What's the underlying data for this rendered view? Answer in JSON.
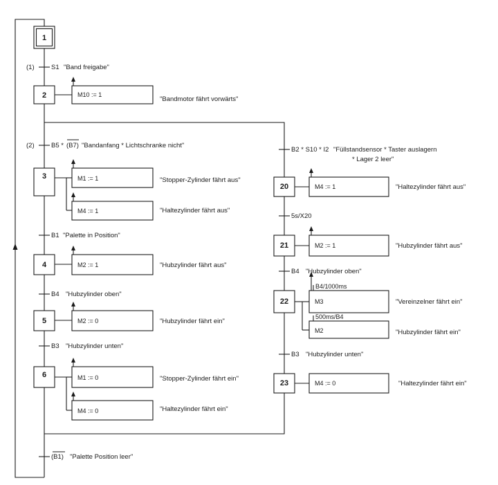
{
  "steps": [
    {
      "id": "s1",
      "label": "1"
    },
    {
      "id": "s2",
      "label": "2"
    },
    {
      "id": "s3",
      "label": "3"
    },
    {
      "id": "s4",
      "label": "4"
    },
    {
      "id": "s5",
      "label": "5"
    },
    {
      "id": "s6",
      "label": "6"
    },
    {
      "id": "s20",
      "label": "20"
    },
    {
      "id": "s21",
      "label": "21"
    },
    {
      "id": "s22",
      "label": "22"
    },
    {
      "id": "s23",
      "label": "23"
    }
  ],
  "actions": [
    {
      "id": "a2",
      "step": "2",
      "text": "M10 := 1",
      "comment": "\"Bandmotor fährt vorwärts\""
    },
    {
      "id": "a3a",
      "step": "3",
      "text": "M1 := 1",
      "comment": "\"Stopper-Zylinder fährt aus\""
    },
    {
      "id": "a3b",
      "step": "3",
      "text": "M4 := 1",
      "comment": "\"Haltezylinder fährt aus\""
    },
    {
      "id": "a4",
      "step": "4",
      "text": "M2 := 1",
      "comment": "\"Hubzylinder fährt aus\""
    },
    {
      "id": "a5",
      "step": "5",
      "text": "M2 := 0",
      "comment": "\"Hubzylinder fährt ein\""
    },
    {
      "id": "a6a",
      "step": "6",
      "text": "M1 := 0",
      "comment": "\"Stopper-Zylinder fährt ein\""
    },
    {
      "id": "a6b",
      "step": "6",
      "text": "M4 := 0",
      "comment": "\"Haltezylinder fährt ein\""
    },
    {
      "id": "a20",
      "step": "20",
      "text": "M4 := 1",
      "comment": "\"Haltezylinder fährt aus\""
    },
    {
      "id": "a21",
      "step": "21",
      "text": "M2 := 1",
      "comment": "\"Hubzylinder fährt aus\""
    },
    {
      "id": "a22a",
      "step": "22",
      "text": "M3",
      "qualifier": "B4/1000ms",
      "comment": "\"Vereinzelner fährt ein\""
    },
    {
      "id": "a22b",
      "step": "22",
      "text": "M2",
      "qualifier": "500ms/B4",
      "comment": "\"Hubzylinder fährt ein\""
    },
    {
      "id": "a23",
      "step": "23",
      "text": "M4 := 0",
      "comment": "\"Haltezylinder fährt ein\""
    }
  ],
  "transitions": [
    {
      "id": "t1",
      "number": "(1)",
      "condition": "S1",
      "comment": "\"Band freigabe\""
    },
    {
      "id": "t2",
      "number": "(2)",
      "condition_prefix": "B5 * ",
      "condition_negated": "B7",
      "comment": "\"Bandanfang * Lichtschranke nicht\""
    },
    {
      "id": "t3",
      "condition": "B1",
      "comment": "\"Palette in Position\""
    },
    {
      "id": "t4",
      "condition": "B4",
      "comment": "\"Hubzylinder oben\""
    },
    {
      "id": "t5",
      "condition": "B3",
      "comment": "\"Hubzylinder unten\""
    },
    {
      "id": "t6",
      "condition_negated": "B1",
      "comment": "\"Palette Position leer\""
    },
    {
      "id": "t20",
      "condition": "B2 * S10 * I2",
      "comment": "\"Füllstandsensor * Taster auslagern",
      "comment_line2": "* Lager 2 leer\""
    },
    {
      "id": "t21",
      "condition": "5s/X20"
    },
    {
      "id": "t22",
      "condition": "B4",
      "comment": "\"Hubzylinder oben\""
    },
    {
      "id": "t23",
      "condition": "B3",
      "comment": "\"Hubzylinder unten\""
    }
  ]
}
